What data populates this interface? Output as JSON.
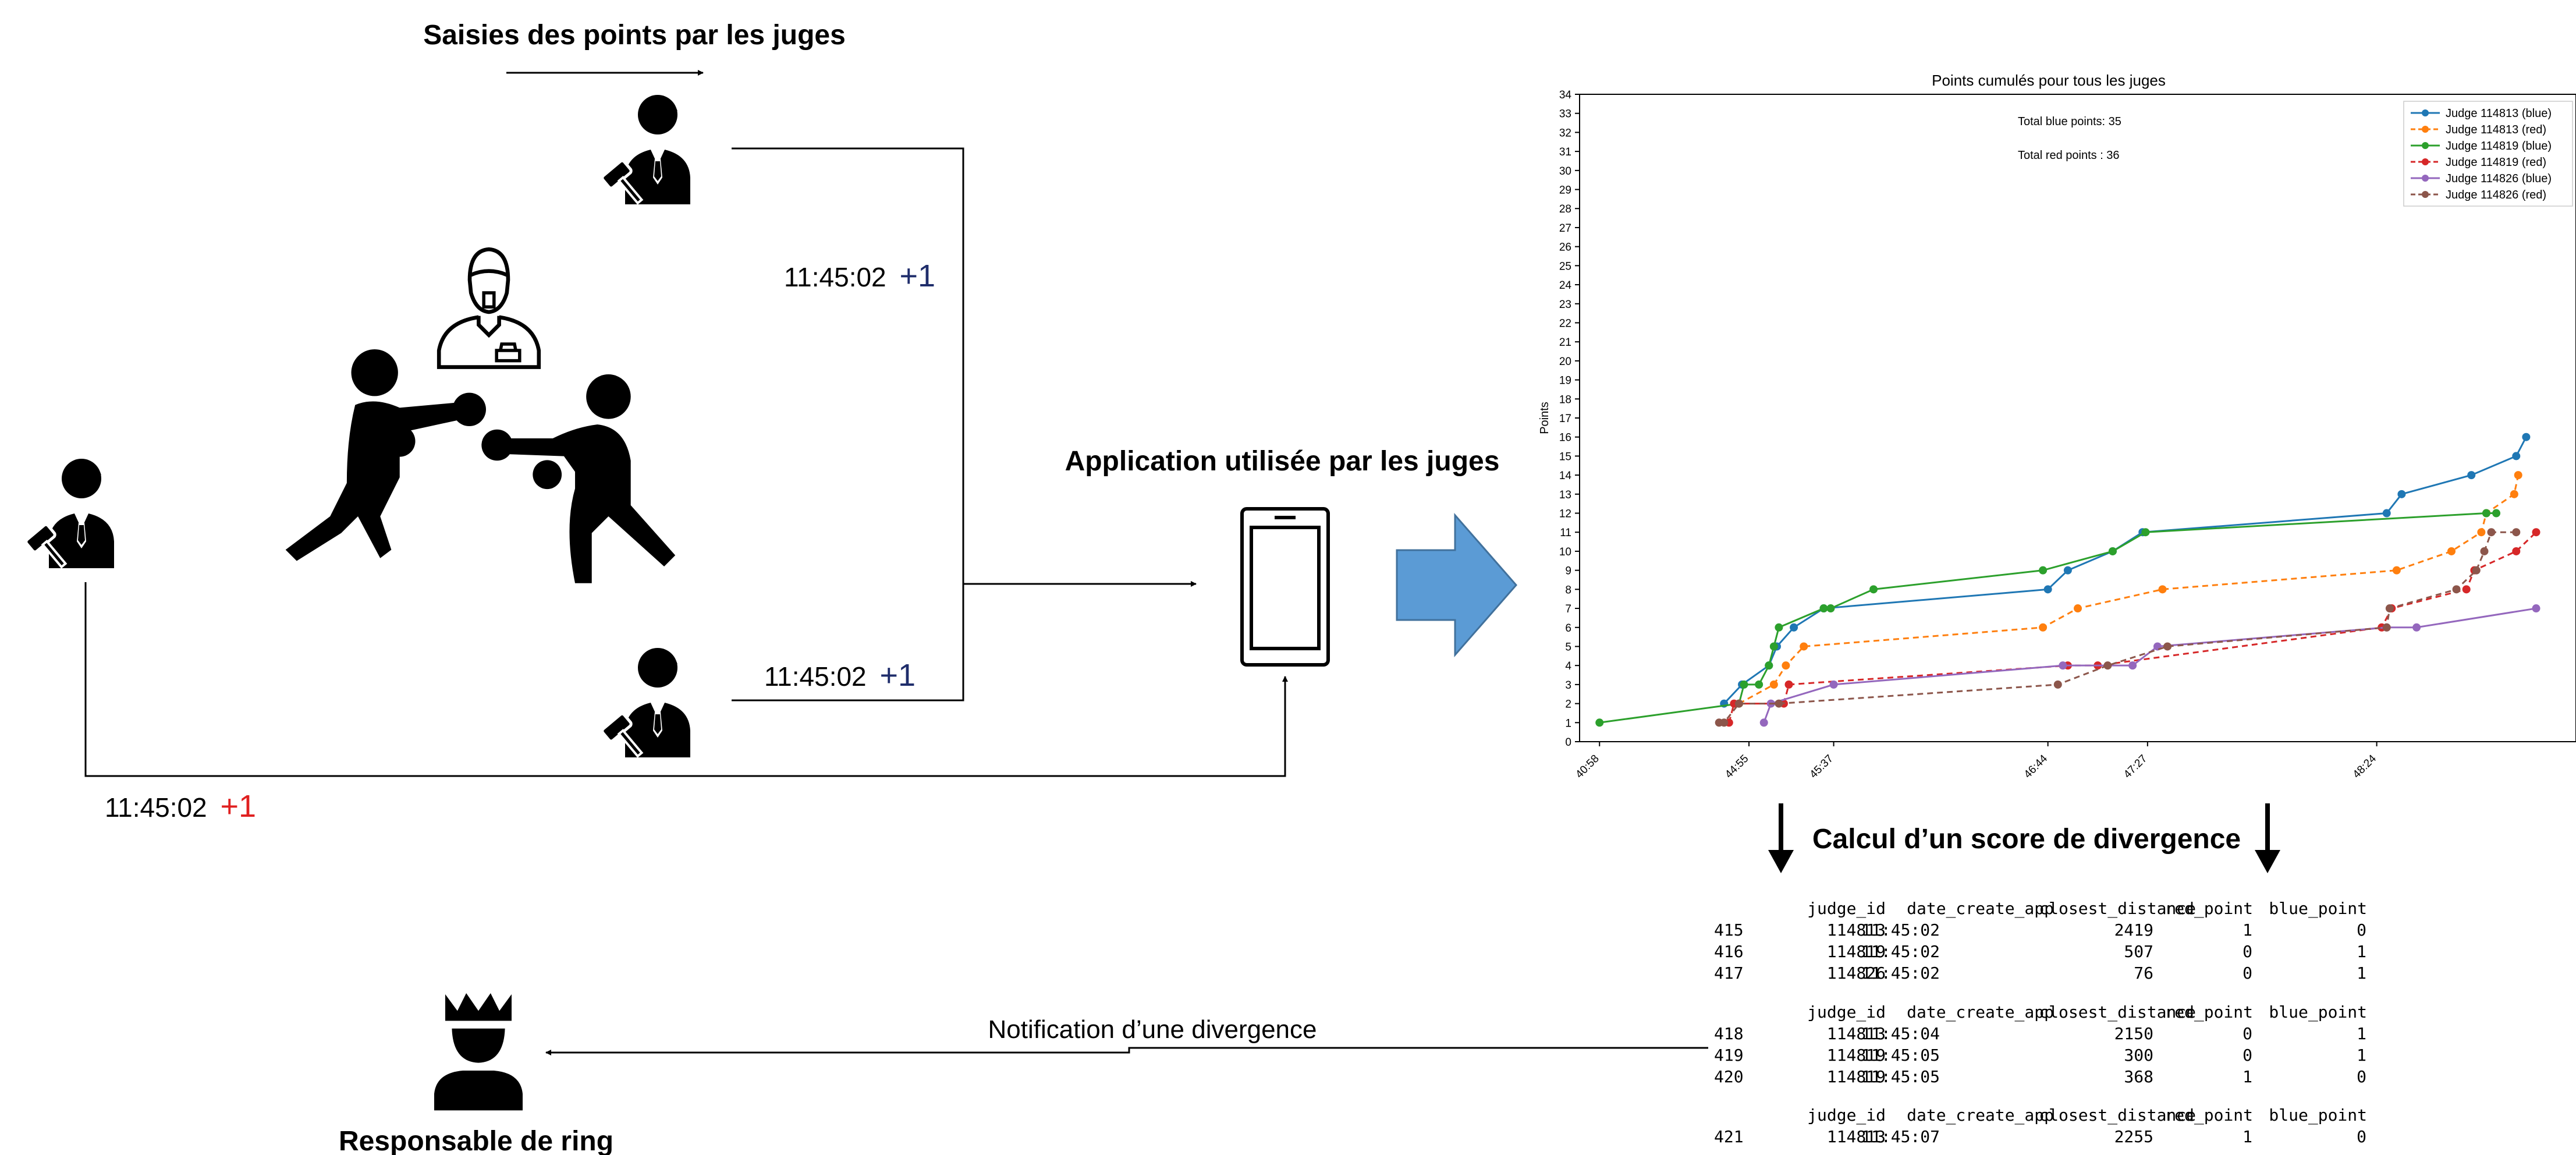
{
  "colors": {
    "icon": "#000000",
    "blue_point": "#1f2d6b",
    "red_point": "#e02020",
    "arrow_fill": "#5b9bd5",
    "arrow_stroke": "#41719c"
  },
  "icons": [
    "judge-icon",
    "referee-icon",
    "boxers-icon",
    "phone-icon",
    "ring-manager-icon",
    "right-arrow-icon",
    "down-arrow-icon"
  ],
  "diagram": {
    "title_input": "Saisies des points par les juges",
    "app_label": "Application utilisée par les juges",
    "divergence_label": "Calcul d’un score de divergence",
    "notification_label": "Notification d’une divergence",
    "ring_manager_label": "Responsable de ring",
    "events": [
      {
        "time": "11:45:02",
        "point": "+1",
        "color": "blue"
      },
      {
        "time": "11:45:02",
        "point": "+1",
        "color": "blue"
      },
      {
        "time": "11:45:02",
        "point": "+1",
        "color": "red"
      }
    ]
  },
  "chart_data": {
    "type": "line",
    "title": "Points cumulés pour tous les juges",
    "ylabel": "Points",
    "xlabel": "",
    "ylim": [
      0,
      34
    ],
    "xlim": [
      0,
      100
    ],
    "yticks": [
      0,
      1,
      2,
      3,
      4,
      5,
      6,
      7,
      8,
      9,
      10,
      11,
      12,
      13,
      14,
      15,
      16,
      17,
      18,
      19,
      20,
      21,
      22,
      23,
      24,
      25,
      26,
      27,
      28,
      29,
      30,
      31,
      32,
      33,
      34
    ],
    "xticks": [
      {
        "x": 2,
        "label": "40:58"
      },
      {
        "x": 17,
        "label": "44:55"
      },
      {
        "x": 25.5,
        "label": "45:37"
      },
      {
        "x": 47,
        "label": "46:44"
      },
      {
        "x": 57,
        "label": "47:27"
      },
      {
        "x": 80,
        "label": "48:24"
      }
    ],
    "annotations": [
      "Total blue points: 35",
      "Total red points : 36"
    ],
    "legend_position": "top-right",
    "grid": false,
    "series": [
      {
        "name": "Judge 114813 (blue)",
        "color": "#1f77b4",
        "dash": false,
        "points": [
          [
            14.5,
            2
          ],
          [
            16.3,
            3
          ],
          [
            19,
            4
          ],
          [
            19.8,
            5
          ],
          [
            21.5,
            6
          ],
          [
            24.5,
            7
          ],
          [
            47,
            8
          ],
          [
            49,
            9
          ],
          [
            53.5,
            10
          ],
          [
            56.5,
            11
          ],
          [
            81,
            12
          ],
          [
            82.5,
            13
          ],
          [
            89.5,
            14
          ],
          [
            94,
            15
          ],
          [
            95,
            16
          ]
        ]
      },
      {
        "name": "Judge 114813 (red)",
        "color": "#ff7f0e",
        "dash": true,
        "points": [
          [
            16,
            2
          ],
          [
            19.5,
            3
          ],
          [
            20.7,
            4
          ],
          [
            22.5,
            5
          ],
          [
            46.5,
            6
          ],
          [
            50,
            7
          ],
          [
            58.5,
            8
          ],
          [
            82,
            9
          ],
          [
            87.5,
            10
          ],
          [
            90.5,
            11
          ],
          [
            91,
            12
          ],
          [
            93.8,
            13
          ],
          [
            94.2,
            14
          ]
        ]
      },
      {
        "name": "Judge 114819 (blue)",
        "color": "#2ca02c",
        "dash": false,
        "points": [
          [
            2,
            1
          ],
          [
            16,
            2
          ],
          [
            16.5,
            3
          ],
          [
            18,
            3
          ],
          [
            19,
            4
          ],
          [
            19.5,
            5
          ],
          [
            20,
            6
          ],
          [
            24.5,
            7
          ],
          [
            25.2,
            7
          ],
          [
            29.5,
            8
          ],
          [
            46.5,
            9
          ],
          [
            53.5,
            10
          ],
          [
            56.8,
            11
          ],
          [
            91,
            12
          ],
          [
            92,
            12
          ]
        ]
      },
      {
        "name": "Judge 114819 (red)",
        "color": "#d62728",
        "dash": true,
        "points": [
          [
            15,
            1
          ],
          [
            15.5,
            2
          ],
          [
            20.5,
            2
          ],
          [
            21,
            3
          ],
          [
            49,
            4
          ],
          [
            52,
            4
          ],
          [
            80.5,
            6
          ],
          [
            81.5,
            7
          ],
          [
            89,
            8
          ],
          [
            89.8,
            9
          ],
          [
            94,
            10
          ],
          [
            96,
            11
          ]
        ]
      },
      {
        "name": "Judge 114826 (blue)",
        "color": "#9467bd",
        "dash": false,
        "points": [
          [
            18.5,
            1
          ],
          [
            19.2,
            2
          ],
          [
            25.5,
            3
          ],
          [
            48.5,
            4
          ],
          [
            55.5,
            4
          ],
          [
            58,
            5
          ],
          [
            81,
            6
          ],
          [
            84,
            6
          ],
          [
            96,
            7
          ]
        ]
      },
      {
        "name": "Judge 114826 (red)",
        "color": "#8c564b",
        "dash": true,
        "points": [
          [
            14,
            1
          ],
          [
            14.5,
            1
          ],
          [
            16,
            2
          ],
          [
            20,
            2
          ],
          [
            48,
            3
          ],
          [
            53,
            4
          ],
          [
            59,
            5
          ],
          [
            81,
            6
          ],
          [
            81.3,
            7
          ],
          [
            88,
            8
          ],
          [
            90,
            9
          ],
          [
            90.8,
            10
          ],
          [
            91.5,
            11
          ],
          [
            94,
            11
          ]
        ]
      }
    ]
  },
  "tables": {
    "headers": [
      "judge_id",
      "date_create_app",
      "closest_distance",
      "red_point",
      "blue_point"
    ],
    "groups": [
      [
        [
          "415",
          "114813",
          "11:45:02",
          "2419",
          "1",
          "0"
        ],
        [
          "416",
          "114819",
          "11:45:02",
          "507",
          "0",
          "1"
        ],
        [
          "417",
          "114826",
          "11:45:02",
          "76",
          "0",
          "1"
        ]
      ],
      [
        [
          "418",
          "114813",
          "11:45:04",
          "2150",
          "0",
          "1"
        ],
        [
          "419",
          "114819",
          "11:45:05",
          "300",
          "0",
          "1"
        ],
        [
          "420",
          "114819",
          "11:45:05",
          "368",
          "1",
          "0"
        ]
      ],
      [
        [
          "421",
          "114813",
          "11:45:07",
          "2255",
          "1",
          "0"
        ]
      ]
    ]
  }
}
